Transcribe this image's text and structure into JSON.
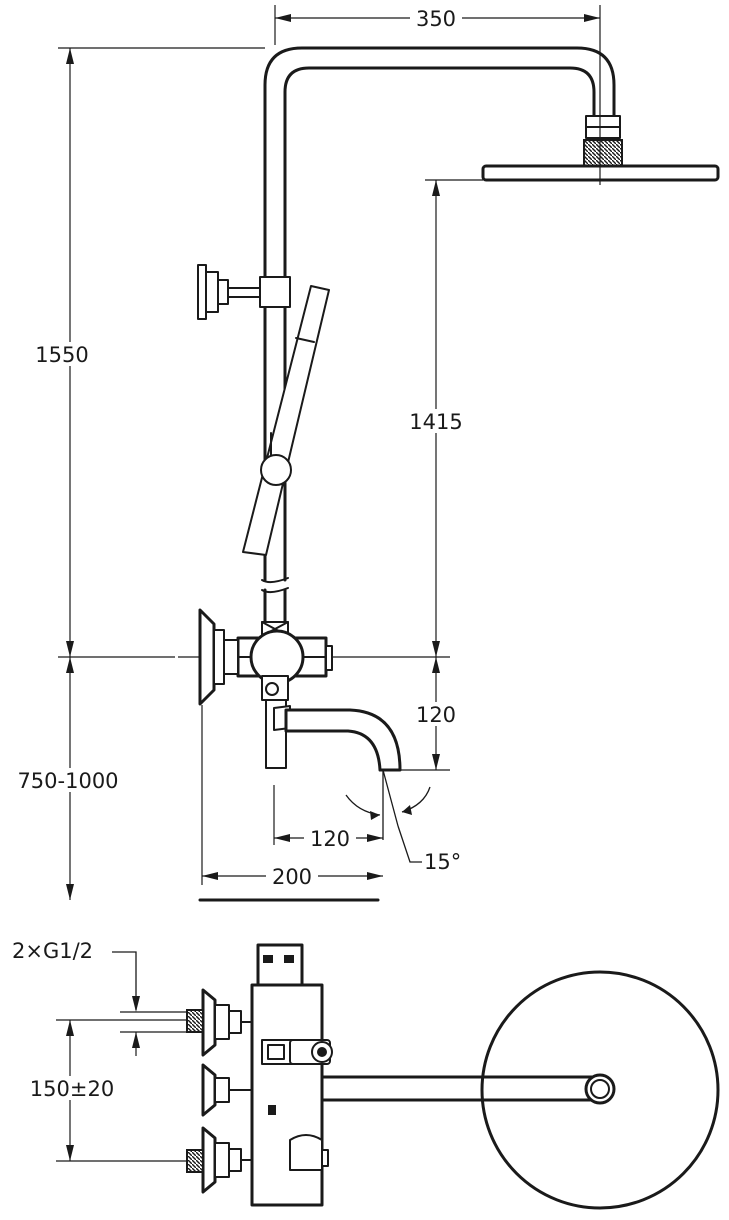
{
  "dimensions": {
    "width_350": "350",
    "height_1550": "1550",
    "head_1415": "1415",
    "spout_drop_120": "120",
    "install_750_1000": "750-1000",
    "spout_120": "120",
    "spout_200": "200",
    "angle_15": "15°",
    "connections": "2×G1/2",
    "spacing": "150±20"
  },
  "colors": {
    "line": "#1a1a1a",
    "background": "#ffffff"
  }
}
